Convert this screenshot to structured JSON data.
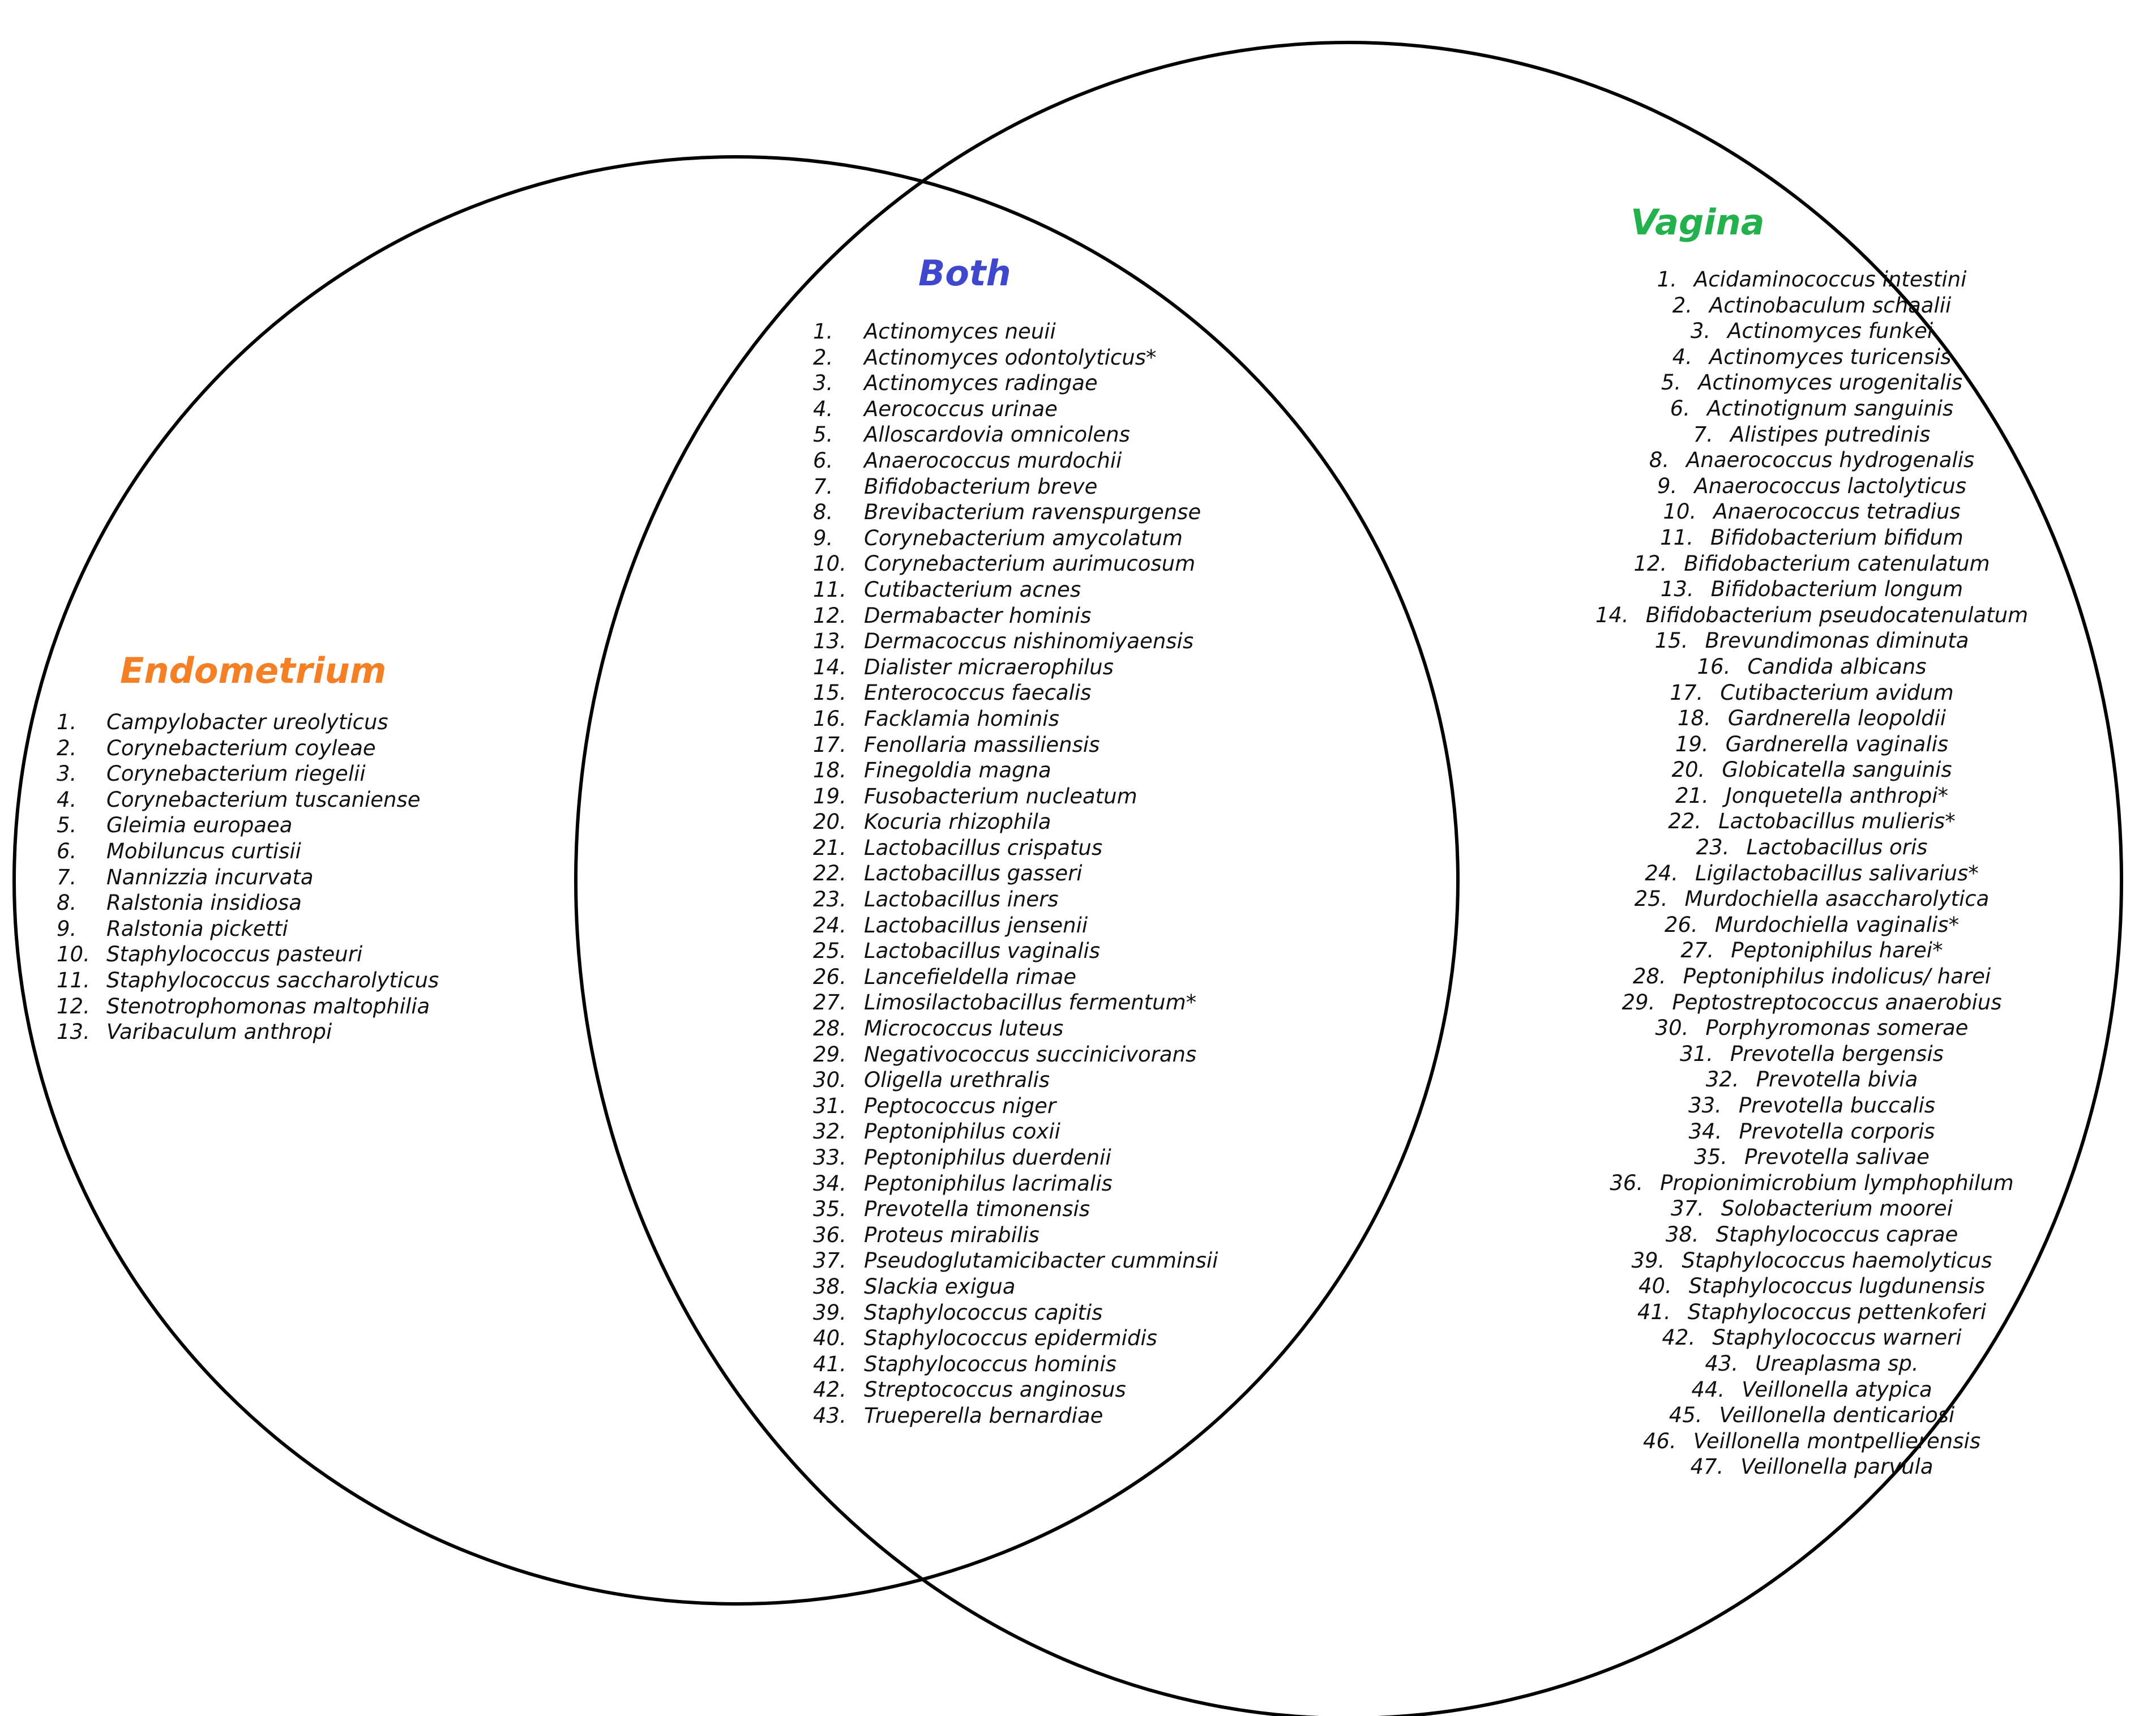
{
  "colors": {
    "endometrium": "#F47F24",
    "both": "#3F48CC",
    "vagina": "#22B14C",
    "circle_stroke": "#000000"
  },
  "endometrium": {
    "title": "Endometrium",
    "items": [
      {
        "num": "1.",
        "name": "Campylobacter ureolyticus"
      },
      {
        "num": "2.",
        "name": "Corynebacterium coyleae"
      },
      {
        "num": "3.",
        "name": "Corynebacterium riegelii"
      },
      {
        "num": "4.",
        "name": "Corynebacterium tuscaniense"
      },
      {
        "num": "5.",
        "name": "Gleimia europaea"
      },
      {
        "num": "6.",
        "name": "Mobiluncus curtisii"
      },
      {
        "num": "7.",
        "name": "Nannizzia incurvata"
      },
      {
        "num": "8.",
        "name": "Ralstonia insidiosa"
      },
      {
        "num": "9.",
        "name": "Ralstonia picketti"
      },
      {
        "num": "10.",
        "name": "Staphylococcus pasteuri"
      },
      {
        "num": "11.",
        "name": "Staphylococcus saccharolyticus"
      },
      {
        "num": "12.",
        "name": "Stenotrophomonas maltophilia"
      },
      {
        "num": "13.",
        "name": "Varibaculum anthropi"
      }
    ]
  },
  "both": {
    "title": "Both",
    "items": [
      {
        "num": "1.",
        "name": "Actinomyces neuii"
      },
      {
        "num": "2.",
        "name": "Actinomyces odontolyticus*"
      },
      {
        "num": "3.",
        "name": "Actinomyces radingae"
      },
      {
        "num": "4.",
        "name": "Aerococcus urinae"
      },
      {
        "num": "5.",
        "name": "Alloscardovia omnicolens"
      },
      {
        "num": "6.",
        "name": "Anaerococcus murdochii"
      },
      {
        "num": "7.",
        "name": "Bifidobacterium breve"
      },
      {
        "num": "8.",
        "name": "Brevibacterium ravenspurgense"
      },
      {
        "num": "9.",
        "name": "Corynebacterium amycolatum"
      },
      {
        "num": "10.",
        "name": "Corynebacterium aurimucosum"
      },
      {
        "num": "11.",
        "name": "Cutibacterium acnes"
      },
      {
        "num": "12.",
        "name": "Dermabacter hominis"
      },
      {
        "num": "13.",
        "name": "Dermacoccus nishinomiyaensis"
      },
      {
        "num": "14.",
        "name": "Dialister micraerophilus"
      },
      {
        "num": "15.",
        "name": "Enterococcus faecalis"
      },
      {
        "num": "16.",
        "name": "Facklamia hominis"
      },
      {
        "num": "17.",
        "name": "Fenollaria massiliensis"
      },
      {
        "num": "18.",
        "name": "Finegoldia magna"
      },
      {
        "num": "19.",
        "name": "Fusobacterium nucleatum"
      },
      {
        "num": "20.",
        "name": "Kocuria rhizophila"
      },
      {
        "num": "21.",
        "name": "Lactobacillus crispatus"
      },
      {
        "num": "22.",
        "name": "Lactobacillus gasseri"
      },
      {
        "num": "23.",
        "name": "Lactobacillus iners"
      },
      {
        "num": "24.",
        "name": "Lactobacillus jensenii"
      },
      {
        "num": "25.",
        "name": "Lactobacillus vaginalis"
      },
      {
        "num": "26.",
        "name": "Lancefieldella rimae"
      },
      {
        "num": "27.",
        "name": "Limosilactobacillus fermentum*"
      },
      {
        "num": "28.",
        "name": "Micrococcus luteus"
      },
      {
        "num": "29.",
        "name": "Negativococcus succinicivorans"
      },
      {
        "num": "30.",
        "name": "Oligella urethralis"
      },
      {
        "num": "31.",
        "name": "Peptococcus niger"
      },
      {
        "num": "32.",
        "name": "Peptoniphilus coxii"
      },
      {
        "num": "33.",
        "name": "Peptoniphilus duerdenii"
      },
      {
        "num": "34.",
        "name": "Peptoniphilus lacrimalis"
      },
      {
        "num": "35.",
        "name": "Prevotella timonensis"
      },
      {
        "num": "36.",
        "name": "Proteus mirabilis"
      },
      {
        "num": "37.",
        "name": "Pseudoglutamicibacter cumminsii"
      },
      {
        "num": "38.",
        "name": "Slackia exigua"
      },
      {
        "num": "39.",
        "name": "Staphylococcus capitis"
      },
      {
        "num": "40.",
        "name": "Staphylococcus epidermidis"
      },
      {
        "num": "41.",
        "name": "Staphylococcus hominis"
      },
      {
        "num": "42.",
        "name": "Streptococcus anginosus"
      },
      {
        "num": "43.",
        "name": "Trueperella bernardiae"
      }
    ]
  },
  "vagina": {
    "title": "Vagina",
    "items": [
      {
        "num": "1.",
        "name": "Acidaminococcus intestini"
      },
      {
        "num": "2.",
        "name": "Actinobaculum schaalii"
      },
      {
        "num": "3.",
        "name": "Actinomyces funkei"
      },
      {
        "num": "4.",
        "name": "Actinomyces turicensis"
      },
      {
        "num": "5.",
        "name": "Actinomyces urogenitalis"
      },
      {
        "num": "6.",
        "name": "Actinotignum sanguinis"
      },
      {
        "num": "7.",
        "name": "Alistipes putredinis"
      },
      {
        "num": "8.",
        "name": "Anaerococcus hydrogenalis"
      },
      {
        "num": "9.",
        "name": "Anaerococcus lactolyticus"
      },
      {
        "num": "10.",
        "name": "Anaerococcus tetradius"
      },
      {
        "num": "11.",
        "name": "Bifidobacterium bifidum"
      },
      {
        "num": "12.",
        "name": "Bifidobacterium catenulatum"
      },
      {
        "num": "13.",
        "name": "Bifidobacterium longum"
      },
      {
        "num": "14.",
        "name": "Bifidobacterium pseudocatenulatum"
      },
      {
        "num": "15.",
        "name": "Brevundimonas diminuta"
      },
      {
        "num": "16.",
        "name": "Candida albicans"
      },
      {
        "num": "17.",
        "name": "Cutibacterium avidum"
      },
      {
        "num": "18.",
        "name": "Gardnerella leopoldii"
      },
      {
        "num": "19.",
        "name": "Gardnerella vaginalis"
      },
      {
        "num": "20.",
        "name": "Globicatella sanguinis"
      },
      {
        "num": "21.",
        "name": "Jonquetella anthropi*"
      },
      {
        "num": "22.",
        "name": "Lactobacillus mulieris*"
      },
      {
        "num": "23.",
        "name": "Lactobacillus oris"
      },
      {
        "num": "24.",
        "name": "Ligilactobacillus salivarius*"
      },
      {
        "num": "25.",
        "name": "Murdochiella asaccharolytica"
      },
      {
        "num": "26.",
        "name": "Murdochiella vaginalis*"
      },
      {
        "num": "27.",
        "name": "Peptoniphilus harei*"
      },
      {
        "num": "28.",
        "name": "Peptoniphilus indolicus/ harei"
      },
      {
        "num": "29.",
        "name": "Peptostreptococcus anaerobius"
      },
      {
        "num": "30.",
        "name": "Porphyromonas somerae"
      },
      {
        "num": "31.",
        "name": "Prevotella bergensis"
      },
      {
        "num": "32.",
        "name": "Prevotella bivia"
      },
      {
        "num": "33.",
        "name": "Prevotella buccalis"
      },
      {
        "num": "34.",
        "name": "Prevotella corporis"
      },
      {
        "num": "35.",
        "name": "Prevotella salivae"
      },
      {
        "num": "36.",
        "name": "Propionimicrobium lymphophilum"
      },
      {
        "num": "37.",
        "name": "Solobacterium moorei"
      },
      {
        "num": "38.",
        "name": "Staphylococcus caprae"
      },
      {
        "num": "39.",
        "name": "Staphylococcus haemolyticus"
      },
      {
        "num": "40.",
        "name": "Staphylococcus lugdunensis"
      },
      {
        "num": "41.",
        "name": "Staphylococcus pettenkoferi"
      },
      {
        "num": "42.",
        "name": "Staphylococcus warneri"
      },
      {
        "num": "43.",
        "name": "Ureaplasma sp."
      },
      {
        "num": "44.",
        "name": "Veillonella atypica"
      },
      {
        "num": "45.",
        "name": "Veillonella denticariosi"
      },
      {
        "num": "46.",
        "name": "Veillonella montpellierensis"
      },
      {
        "num": "47.",
        "name": "Veillonella parvula"
      }
    ]
  }
}
